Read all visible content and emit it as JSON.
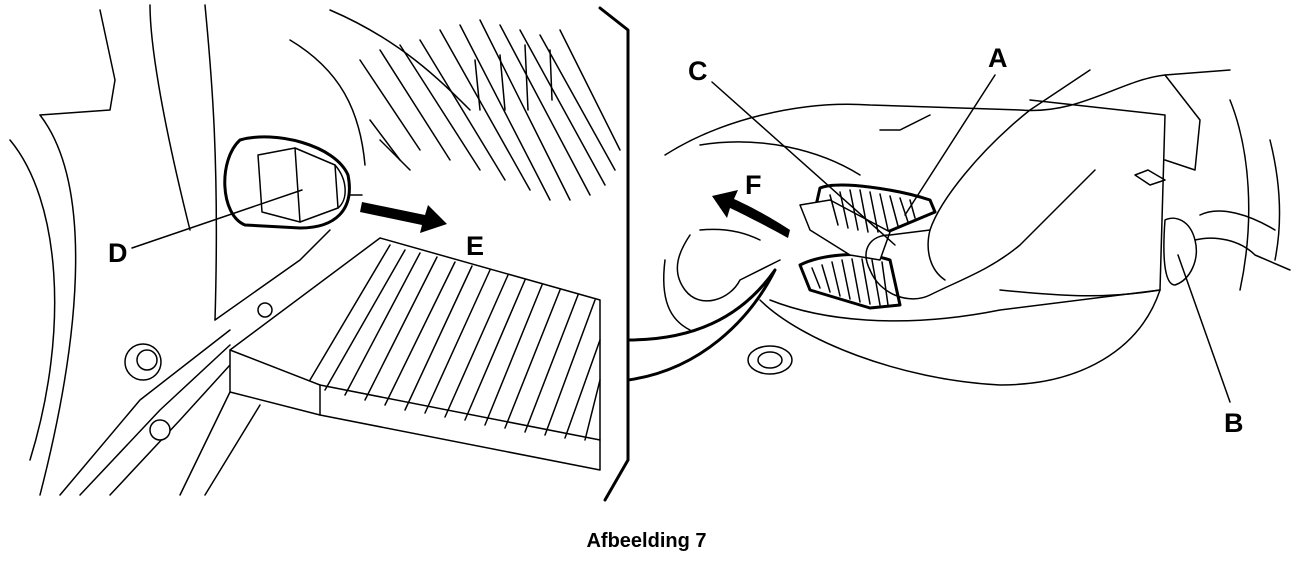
{
  "labels": {
    "A": "A",
    "B": "B",
    "C": "C",
    "D": "D",
    "E": "E",
    "F": "F"
  },
  "caption": "Afbeelding 7",
  "colors": {
    "line": "#000000",
    "background": "#ffffff"
  }
}
